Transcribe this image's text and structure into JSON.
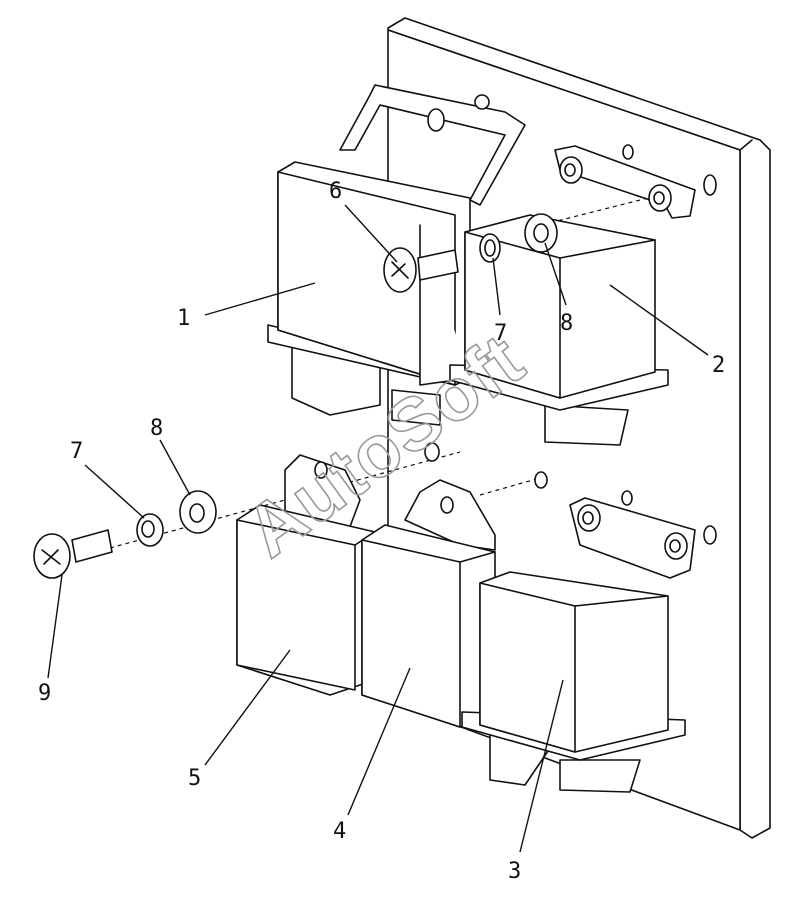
{
  "watermark": "AutoSoft",
  "callouts": {
    "c1": "1",
    "c2": "2",
    "c3": "3",
    "c4": "4",
    "c5": "5",
    "c6": "6",
    "c7a": "7",
    "c8a": "8",
    "c7b": "7",
    "c8b": "8",
    "c9": "9"
  }
}
